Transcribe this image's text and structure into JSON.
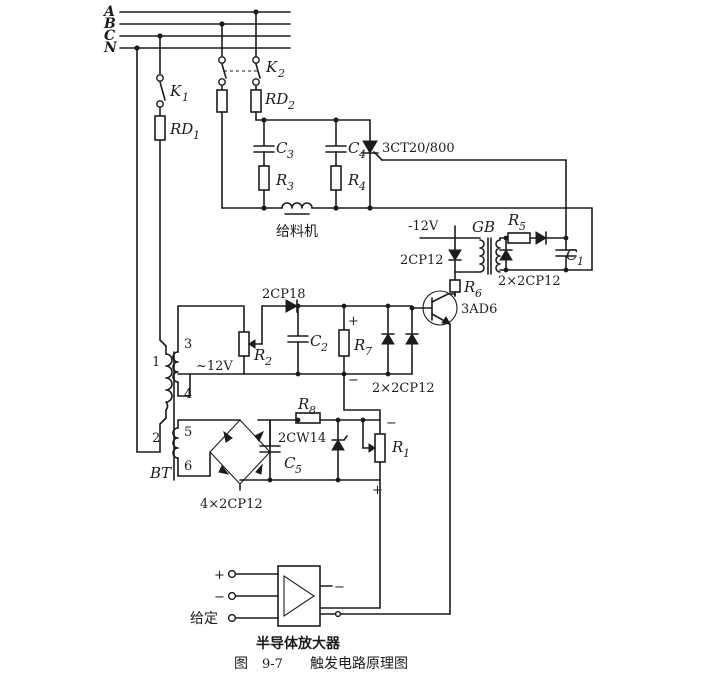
{
  "bus_labels": [
    "A",
    "B",
    "C",
    "N"
  ],
  "labels": {
    "k1": "K",
    "k1_sub": "1",
    "k2": "K",
    "k2_sub": "2",
    "rd1": "RD",
    "rd1_sub": "1",
    "rd2": "RD",
    "rd2_sub": "2",
    "c3": "C",
    "c3_sub": "3",
    "r3": "R",
    "r3_sub": "3",
    "c4": "C",
    "c4_sub": "4",
    "r4": "R",
    "r4_sub": "4",
    "scr": "3CT20/800",
    "feeder": "给料机",
    "neg12": "-12V",
    "gb": "GB",
    "r5": "R",
    "r5_sub": "5",
    "c1": "C",
    "c1_sub": "1",
    "d_2cp12_a": "2CP12",
    "d_2x2cp12_a": "2×2CP12",
    "r6": "R",
    "r6_sub": "6",
    "d_2cp18": "2CP18",
    "transistor": "3AD6",
    "r2": "R",
    "r2_sub": "2",
    "c2": "C",
    "c2_sub": "2",
    "r7": "R",
    "r7_sub": "7",
    "plus_a": "+",
    "minus_a": "−",
    "d_2x2cp12_b": "2×2CP12",
    "bt_pin1": "1",
    "bt_pin2": "2",
    "bt_pin3": "3",
    "bt_pin4": "4",
    "bt_pin5": "5",
    "bt_pin6": "6",
    "ac12": "~12V",
    "bt": "BT",
    "r8": "R",
    "r8_sub": "8",
    "zener": "2CW14",
    "c5": "C",
    "c5_sub": "5",
    "r1": "R",
    "r1_sub": "1",
    "minus_b": "−",
    "plus_b": "+",
    "bridge": "4×2CP12",
    "in_plus": "+",
    "in_minus": "−",
    "in_given": "给定",
    "amp_minus": "−",
    "amplifier": "半导体放大器",
    "caption_prefix": "图",
    "caption_number": "9-7",
    "caption_title": "触发电路原理图"
  }
}
